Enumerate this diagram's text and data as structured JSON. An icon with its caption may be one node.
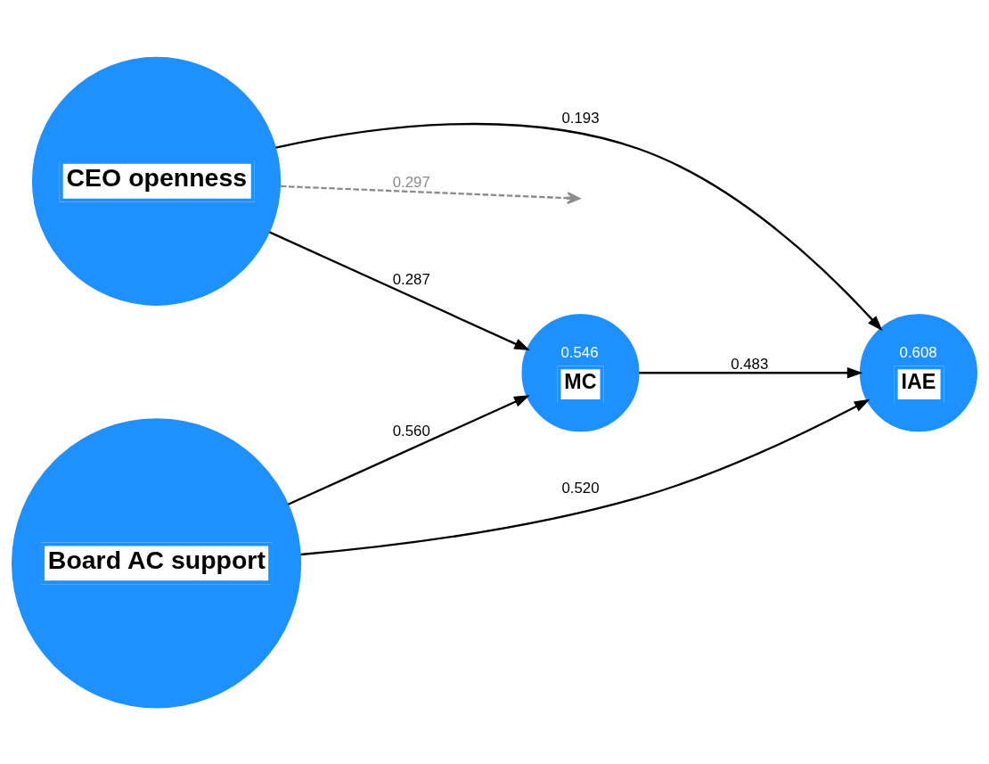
{
  "diagram": {
    "nodes": [
      {
        "text": [
          "CEO openness"
        ]
      },
      {
        "text": [
          "0.546",
          "MC"
        ]
      },
      {
        "text": [
          "0.608",
          "IAE"
        ]
      },
      {
        "text": [
          "Board AC support"
        ]
      }
    ],
    "edges": [
      {
        "from": 0,
        "to": 1,
        "arrow": "to",
        "label": "0.287"
      },
      {
        "from": 0,
        "to": 2,
        "arrow": "to",
        "label": "0.193"
      },
      {
        "from": 0,
        "to": null,
        "arrow": "to",
        "label": "0.297",
        "style": "dashed",
        "color": "#8c8c8c"
      },
      {
        "from": 1,
        "to": 2,
        "arrow": "to",
        "label": "0.483"
      },
      {
        "from": 3,
        "to": 1,
        "arrow": "to",
        "label": "0.560"
      },
      {
        "from": 3,
        "to": 2,
        "arrow": "to",
        "label": "0.520"
      }
    ]
  }
}
